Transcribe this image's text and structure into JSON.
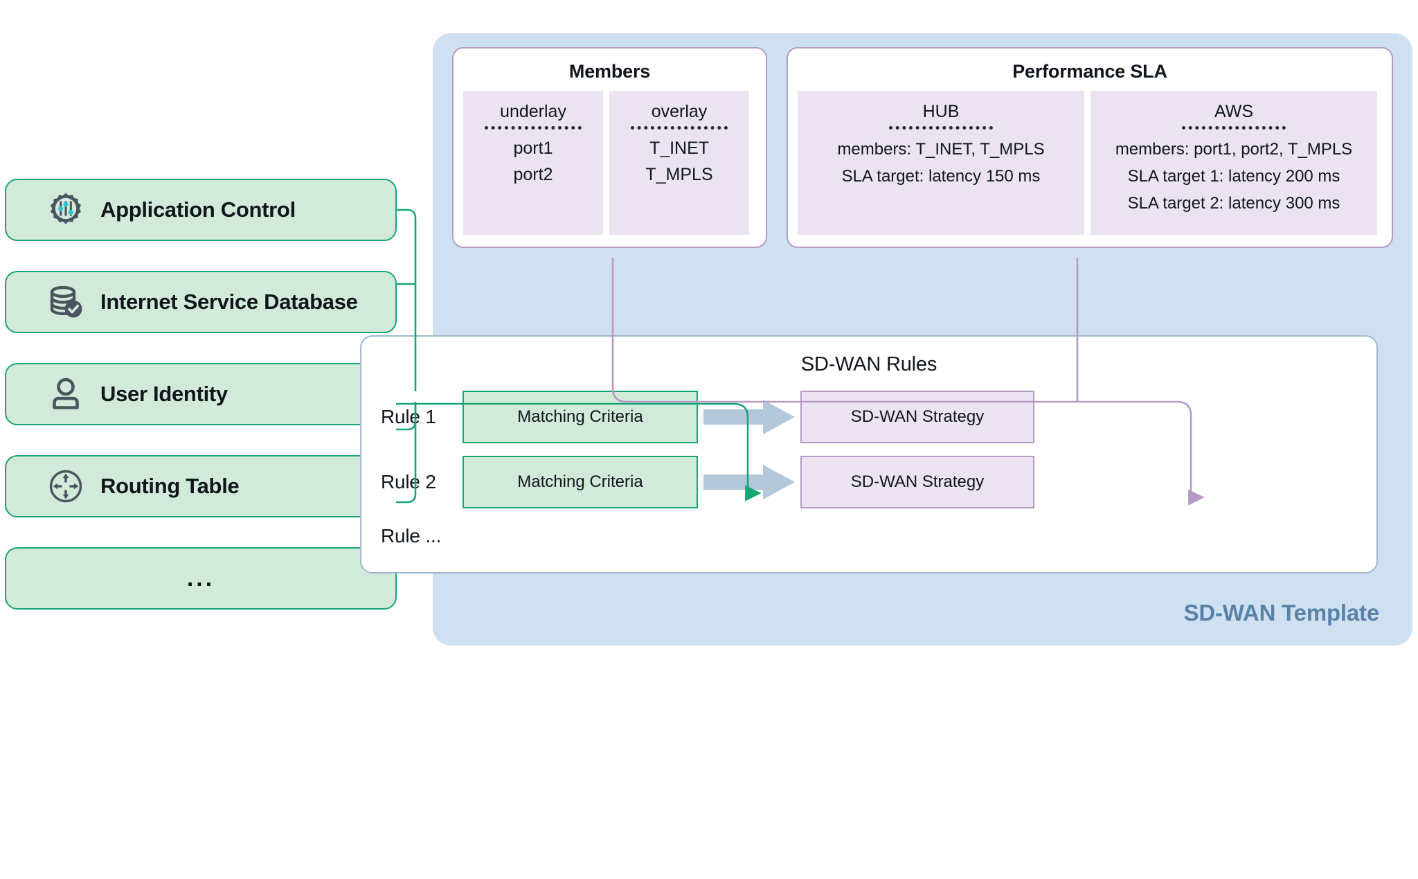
{
  "left_features": [
    {
      "label": "Application Control",
      "icon": "sliders-gear-icon"
    },
    {
      "label": "Internet Service Database",
      "icon": "database-check-icon"
    },
    {
      "label": "User Identity",
      "icon": "user-icon"
    },
    {
      "label": "Routing Table",
      "icon": "routing-target-icon"
    },
    {
      "label": "...",
      "icon": "none"
    }
  ],
  "template": {
    "label": "SD-WAN Template",
    "label_color": "#5a82a8",
    "background": "#cfe0f1"
  },
  "members_panel": {
    "title": "Members",
    "columns": [
      {
        "title": "underlay",
        "rows": [
          "port1",
          "port2"
        ]
      },
      {
        "title": "overlay",
        "rows": [
          "T_INET",
          "T_MPLS"
        ]
      }
    ]
  },
  "sla_panel": {
    "title": "Performance SLA",
    "columns": [
      {
        "title": "HUB",
        "rows": [
          "members: T_INET, T_MPLS",
          "SLA target: latency 150 ms"
        ]
      },
      {
        "title": "AWS",
        "rows": [
          "members: port1, port2, T_MPLS",
          "SLA target 1: latency 200 ms",
          "SLA target 2: latency 300 ms"
        ]
      }
    ]
  },
  "rules_panel": {
    "title": "SD-WAN Rules",
    "rows": [
      {
        "label": "Rule 1",
        "match": "Matching Criteria",
        "arrow": "right-block-arrow",
        "strategy": "SD-WAN Strategy"
      },
      {
        "label": "Rule 2",
        "match": "Matching Criteria",
        "arrow": "right-block-arrow",
        "strategy": "SD-WAN Strategy"
      }
    ],
    "more_label": "Rule ..."
  },
  "colors": {
    "green_fill": "#d2ead9",
    "green_stroke": "#17a673",
    "purple_fill": "#ece3f1",
    "purple_stroke": "#b59ac6",
    "blue_fill": "#cfe0f1",
    "blue_stroke": "#9fb8cf",
    "arrow_gray_blue": "#b3c8da",
    "icon_gray": "#4a5560",
    "icon_accent": "#34c3d4"
  }
}
